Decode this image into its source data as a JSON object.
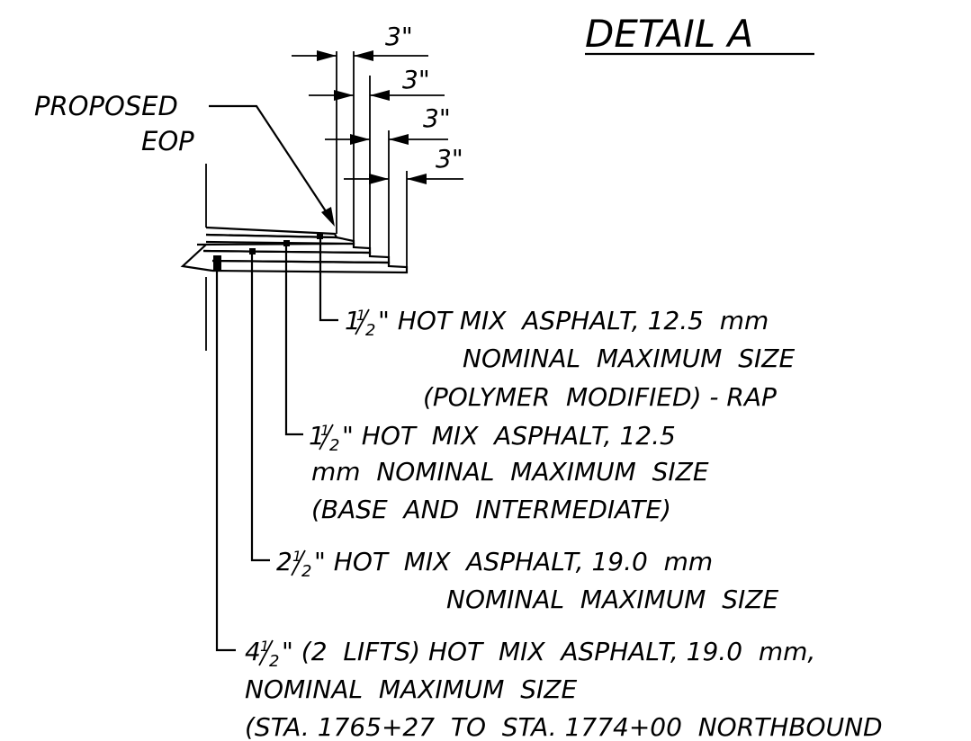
{
  "title": "DETAIL A",
  "proposed_eop": {
    "line1": "PROPOSED",
    "line2": "EOP"
  },
  "offsets": [
    "3\"",
    "3\"",
    "3\"",
    "3\""
  ],
  "layers": [
    {
      "thickness_whole": "1",
      "fraction_num": "1",
      "fraction_den": "2",
      "lines": [
        "\" HOT MIX  ASPHALT, 12.5  mm",
        "NOMINAL  MAXIMUM  SIZE",
        "(POLYMER  MODIFIED) - RAP"
      ]
    },
    {
      "thickness_whole": "1",
      "fraction_num": "1",
      "fraction_den": "2",
      "lines": [
        "\" HOT  MIX  ASPHALT, 12.5",
        "mm  NOMINAL  MAXIMUM  SIZE",
        "(BASE  AND  INTERMEDIATE)"
      ]
    },
    {
      "thickness_whole": "2",
      "fraction_num": "1",
      "fraction_den": "2",
      "lines": [
        "\" HOT  MIX  ASPHALT, 19.0  mm",
        "NOMINAL  MAXIMUM  SIZE"
      ]
    },
    {
      "thickness_whole": "4",
      "fraction_num": "1",
      "fraction_den": "2",
      "lines": [
        "\" (2  LIFTS) HOT  MIX  ASPHALT, 19.0  mm,",
        "NOMINAL  MAXIMUM  SIZE",
        "(STA. 1765+27  TO  STA. 1774+00  NORTHBOUND"
      ]
    }
  ]
}
